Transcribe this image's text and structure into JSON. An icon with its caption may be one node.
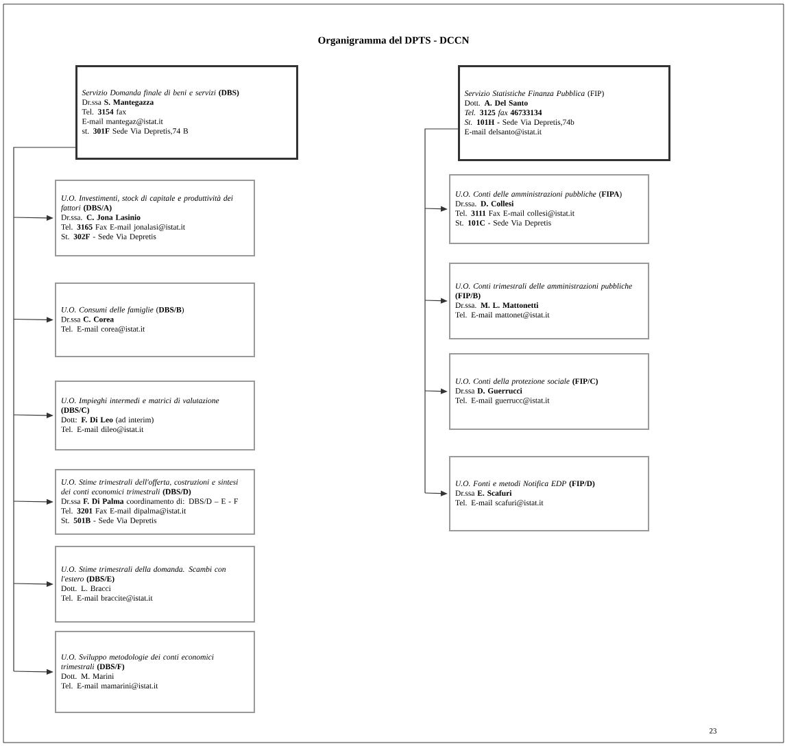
{
  "diagram": {
    "title": "Organigramma del DPTS - DCCN",
    "nodes": [
      {
        "text": [
          "*Servizio Domanda finale di beni e servizi* **(DBS)**",
          "Dr.ssa **S. Mantegazza**",
          "Tel. **3154** fax",
          "E-mail mantegaz@istat.it",
          "st. **301F** Sede Via Depretis,74 B"
        ]
      },
      {
        "text": [
          "*U.O. Investimenti, stock di capitale e produttività dei fattori* **(DBS/A)**",
          "Dr.ssa. **C. Jona Lasinio**",
          "Tel. **3165** Fax E-mail jonalasi@istat.it",
          "St. **302F** - Sede Via Depretis"
        ]
      },
      {
        "text": [
          "*U.O. Consumi delle famiglie* (**DBS/B**)",
          "Dr.ssa **C. Corea**",
          "Tel. E-mail corea@istat.it"
        ]
      },
      {
        "text": [
          "*U.O. Impieghi intermedi e matrici di valutazione* **(DBS/C)**",
          "Dott: **F. Di Leo** (ad interim)",
          "Tel. E-mail dileo@istat.it"
        ]
      },
      {
        "text": [
          "*U.O. Stime trimestrali dell'offerta, costruzioni e sintesi dei conti economici trimestrali* **(DBS/D)**",
          "Dr.ssa **F. Di Palma** coordinamento di: DBS/D – E - F",
          "Tel. **3201** Fax E-mail dipalma@istat.it",
          "St. **501B** - Sede Via Depretis"
        ]
      },
      {
        "text": [
          "*U.O. Stime trimestrali della domanda. Scambi con l'estero* **(DBS/E)**",
          "Dott. L. Bracci",
          "Tel. E-mail braccite@istat.it"
        ]
      },
      {
        "text": [
          "*U.O. Sviluppo metodologie dei conti economici trimestrali* **(DBS/F)**",
          "Dott. M. Marini",
          "Tel. E-mail mamarini@istat.it"
        ]
      },
      {
        "text": [
          "*Servizio Statistiche Finanza Pubblica* (FIP)",
          "Dott. **A. Del Santo**",
          "*Tel.* **3125** *fax* **46733134**",
          "*St.* **101H -** Sede Via Depretis,74b",
          "E-mail delsanto@istat.it"
        ]
      },
      {
        "text": [
          "*U.O. Conti delle amministrazioni pubbliche* (**FIPA**)",
          "Dr.ssa. **D. Collesi**",
          "Tel. **3111** Fax E-mail collesi@istat.it",
          "St. **101C** - Sede Via Depretis"
        ]
      },
      {
        "text": [
          "*U.O. Conti trimestrali delle amministrazioni pubbliche* **(FIP/B)**",
          "Dr.ssa. **M. L. Mattonetti**",
          "Tel. E-mail mattonet@istat.it"
        ]
      },
      {
        "text": [
          "*U.O. Conti della protezione sociale* **(FIP/C)**",
          "Dr.ssa **D. Guerrucci**",
          "Tel. E-mail guerrucc@istat.it"
        ]
      },
      {
        "text": [
          "*U.O. Fonti e metodi Notifica EDP* **(FIP/D)**",
          "Dr.ssa **E. Scafuri**",
          "Tel. E-mail scafuri@istat.it"
        ]
      }
    ],
    "edges": [
      {
        "from": 0,
        "to": 1,
        "arrow": "to"
      },
      {
        "from": 0,
        "to": 2,
        "arrow": "to"
      },
      {
        "from": 0,
        "to": 3,
        "arrow": "to"
      },
      {
        "from": 0,
        "to": 4,
        "arrow": "to"
      },
      {
        "from": 0,
        "to": 5,
        "arrow": "to"
      },
      {
        "from": 0,
        "to": 6,
        "arrow": "to"
      },
      {
        "from": 7,
        "to": 8,
        "arrow": "to"
      },
      {
        "from": 7,
        "to": 9,
        "arrow": "to"
      },
      {
        "from": 7,
        "to": 10,
        "arrow": "to"
      },
      {
        "from": 7,
        "to": 11,
        "arrow": "to"
      }
    ],
    "labels": [
      "23"
    ]
  }
}
